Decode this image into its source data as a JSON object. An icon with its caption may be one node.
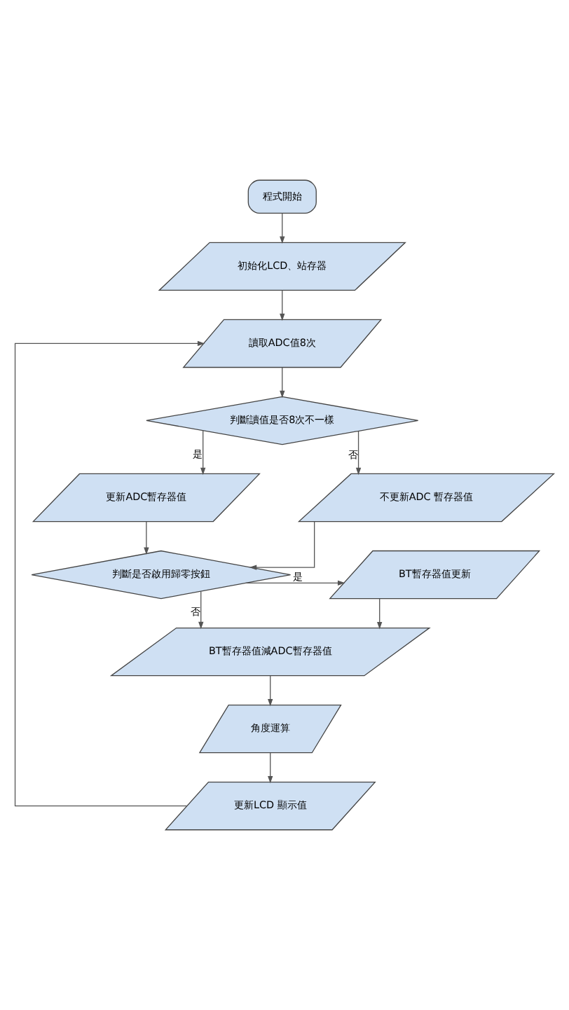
{
  "diagram": {
    "nodes": [
      {
        "text": [
          "程式開始"
        ]
      },
      {
        "text": [
          "初始化LCD、站存器"
        ]
      },
      {
        "text": [
          "讀取ADC值8次"
        ]
      },
      {
        "text": [
          "判斷讀值是否8次不一樣"
        ]
      },
      {
        "text": [
          "更新ADC暫存器值"
        ]
      },
      {
        "text": [
          "不更新ADC 暫存器值"
        ]
      },
      {
        "text": [
          "判斷是否啟用歸零按鈕"
        ]
      },
      {
        "text": [
          "BT暫存器值更新"
        ]
      },
      {
        "text": [
          "BT暫存器值減ADC暫存器值"
        ]
      },
      {
        "text": [
          "角度運算"
        ]
      },
      {
        "text": [
          "更新LCD 顯示值"
        ]
      }
    ],
    "edges": [
      {
        "from": 0,
        "to": 1,
        "arrow": "to"
      },
      {
        "from": 1,
        "to": 2,
        "arrow": "to"
      },
      {
        "from": 2,
        "to": 3,
        "arrow": "to"
      },
      {
        "from": 3,
        "to": 4,
        "label": "是",
        "arrow": "to"
      },
      {
        "from": 3,
        "to": 5,
        "label": "否",
        "arrow": "to"
      },
      {
        "from": 4,
        "to": 6,
        "arrow": "to"
      },
      {
        "from": 5,
        "to": 6,
        "arrow": "to"
      },
      {
        "from": 6,
        "to": 7,
        "label": "是",
        "arrow": "to"
      },
      {
        "from": 6,
        "to": 8,
        "label": "否",
        "arrow": "to"
      },
      {
        "from": 7,
        "to": 8,
        "arrow": "to"
      },
      {
        "from": 8,
        "to": 9,
        "arrow": "to"
      },
      {
        "from": 9,
        "to": 10,
        "arrow": "to"
      },
      {
        "from": 10,
        "to": 2,
        "arrow": "to"
      }
    ]
  }
}
